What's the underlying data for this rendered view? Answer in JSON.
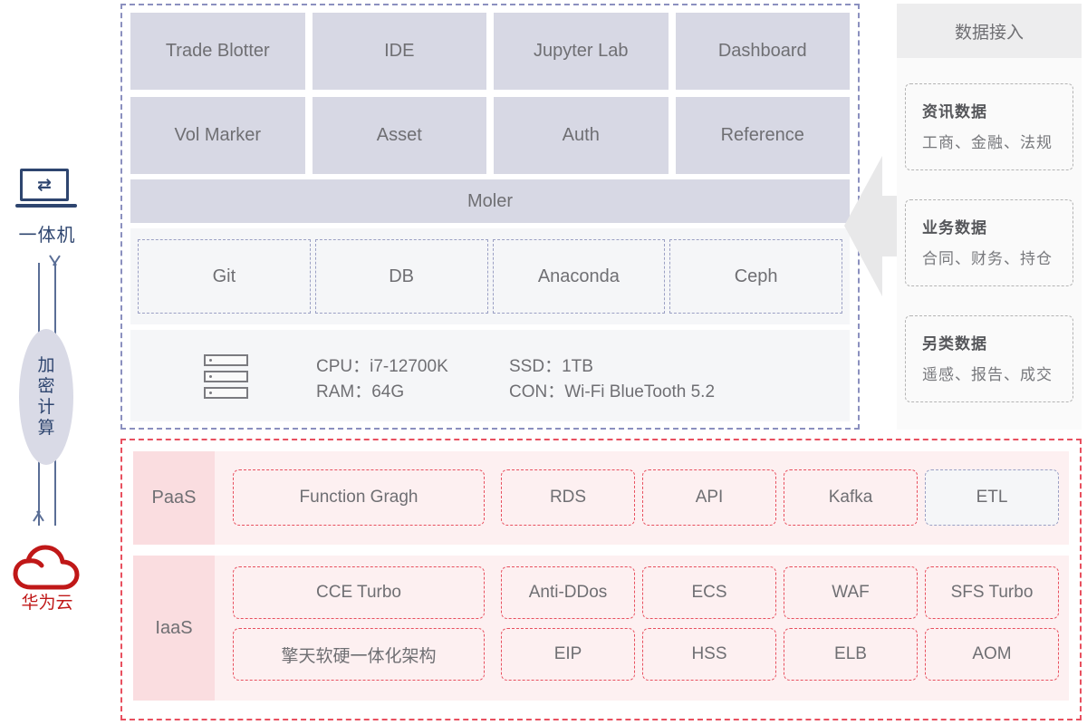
{
  "left_rail": {
    "machine_icon": "laptop-icon",
    "machine_label": "一体机",
    "crypto_label": "加密计算",
    "crypto_chars": [
      "加",
      "密",
      "计",
      "算"
    ],
    "cloud_icon": "cloud-icon",
    "cloud_label": "华为云",
    "arrow_up": "arrow-up-icon",
    "arrow_down": "arrow-down-icon"
  },
  "onprem": {
    "apps": [
      "Trade Blotter",
      "IDE",
      "Jupyter Lab",
      "Dashboard",
      "Vol Marker",
      "Asset",
      "Auth",
      "Reference"
    ],
    "platform_bar": "Moler",
    "infra": [
      "Git",
      "DB",
      "Anaconda",
      "Ceph"
    ],
    "hardware": {
      "icon": "server-icon",
      "specs": [
        {
          "label": "CPU：",
          "value": "i7-12700K"
        },
        {
          "label": "SSD：",
          "value": "1TB"
        },
        {
          "label": "RAM：",
          "value": "64G"
        },
        {
          "label": "CON：",
          "value": "Wi-Fi   BlueTooth 5.2"
        }
      ],
      "spec_lines": [
        "CPU：i7-12700K",
        "SSD：1TB",
        "RAM：64G",
        "CON：Wi-Fi   BlueTooth 5.2"
      ]
    }
  },
  "ingest": {
    "header": "数据接入",
    "arrow": "arrow-left-icon",
    "cards": [
      {
        "title": "资讯数据",
        "subtitle": "工商、金融、法规"
      },
      {
        "title": "业务数据",
        "subtitle": "合同、财务、持仓"
      },
      {
        "title": "另类数据",
        "subtitle": "遥感、报告、成交"
      }
    ]
  },
  "cloud": {
    "paas": {
      "label": "PaaS",
      "items": [
        {
          "name": "Function Gragh",
          "style": "red"
        },
        {
          "name": "RDS",
          "style": "red"
        },
        {
          "name": "API",
          "style": "red"
        },
        {
          "name": "Kafka",
          "style": "red"
        },
        {
          "name": "ETL",
          "style": "alt"
        }
      ]
    },
    "iaas": {
      "label": "IaaS",
      "row_a": [
        {
          "name": "CCE Turbo"
        },
        {
          "name": "Anti-DDos"
        },
        {
          "name": "ECS"
        },
        {
          "name": "WAF"
        },
        {
          "name": "SFS Turbo"
        }
      ],
      "row_b": [
        {
          "name": "擎天软硬一体化架构"
        },
        {
          "name": "EIP"
        },
        {
          "name": "HSS"
        },
        {
          "name": "ELB"
        },
        {
          "name": "AOM"
        }
      ]
    }
  },
  "colors": {
    "navy": "#2e456f",
    "red": "#c01818",
    "dashed_blue": "#8b90bf",
    "dashed_red": "#e8505f",
    "app_fill": "#d7d8e4",
    "tier_fill": "#fadde0",
    "row_fill": "#fdf0f1",
    "panel_fill": "#fafafa",
    "text_grey": "#6f6f73"
  }
}
